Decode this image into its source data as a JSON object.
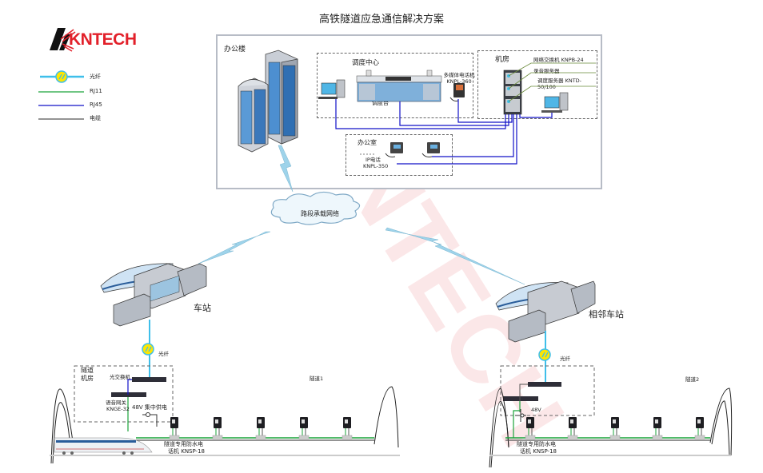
{
  "title": "高铁隧道应急通信解决方案",
  "brand": {
    "logo_text": "KNTECH",
    "logo_color": "#e2202a"
  },
  "watermark": {
    "text": "KNTECH"
  },
  "legend": [
    {
      "label": "光纤",
      "line_color": "#3fbfea",
      "icon": "fiber-icon"
    },
    {
      "label": "RJ11",
      "line_color": "#1aa33a"
    },
    {
      "label": "RJ45",
      "line_color": "#1010c8"
    },
    {
      "label": "电缆",
      "line_color": "#555555"
    }
  ],
  "office_building": {
    "label": "办公楼",
    "dispatch_center": {
      "label": "调度中心",
      "console_label": "调度台",
      "multimedia_phone_label": "多媒体电话机 KNPL-360"
    },
    "server_room": {
      "label": "机房",
      "items": [
        "网络交换机 KNPB-24",
        "录音服务器",
        "调度服务器 KNTD-50/100"
      ]
    },
    "office_room": {
      "label": "办公室",
      "ip_phone_label_line1": "IP电话",
      "ip_phone_label_line2": "KNPL-350"
    }
  },
  "network_cloud": {
    "label": "路段承载网络"
  },
  "stations": {
    "left": {
      "label": "车站",
      "fiber_label": "光纤"
    },
    "right": {
      "label": "相邻车站",
      "fiber_label": "光纤"
    }
  },
  "tunnel_left": {
    "room_label_line1": "隧道",
    "room_label_line2": "机房",
    "optical_switch_label": "光交换机",
    "gateway_label_line1": "语音网关",
    "gateway_label_line2": "KNGE-32",
    "power_label": "48V 集中供电",
    "tunnel_label": "隧道1",
    "phone_label_line1": "隧道专用防水电",
    "phone_label_line2": "话机 KNSP-18",
    "phone_count": 5
  },
  "tunnel_right": {
    "power_label": "48V",
    "tunnel_label": "隧道2",
    "phone_label_line1": "隧道专用防水电",
    "phone_label_line2": "话机 KNSP-18",
    "phone_count": 5
  },
  "colors": {
    "fiber": "#3fbfea",
    "rj11": "#1aa33a",
    "rj45": "#1010c8",
    "cable": "#555555",
    "frame": "#b7bcc6"
  }
}
